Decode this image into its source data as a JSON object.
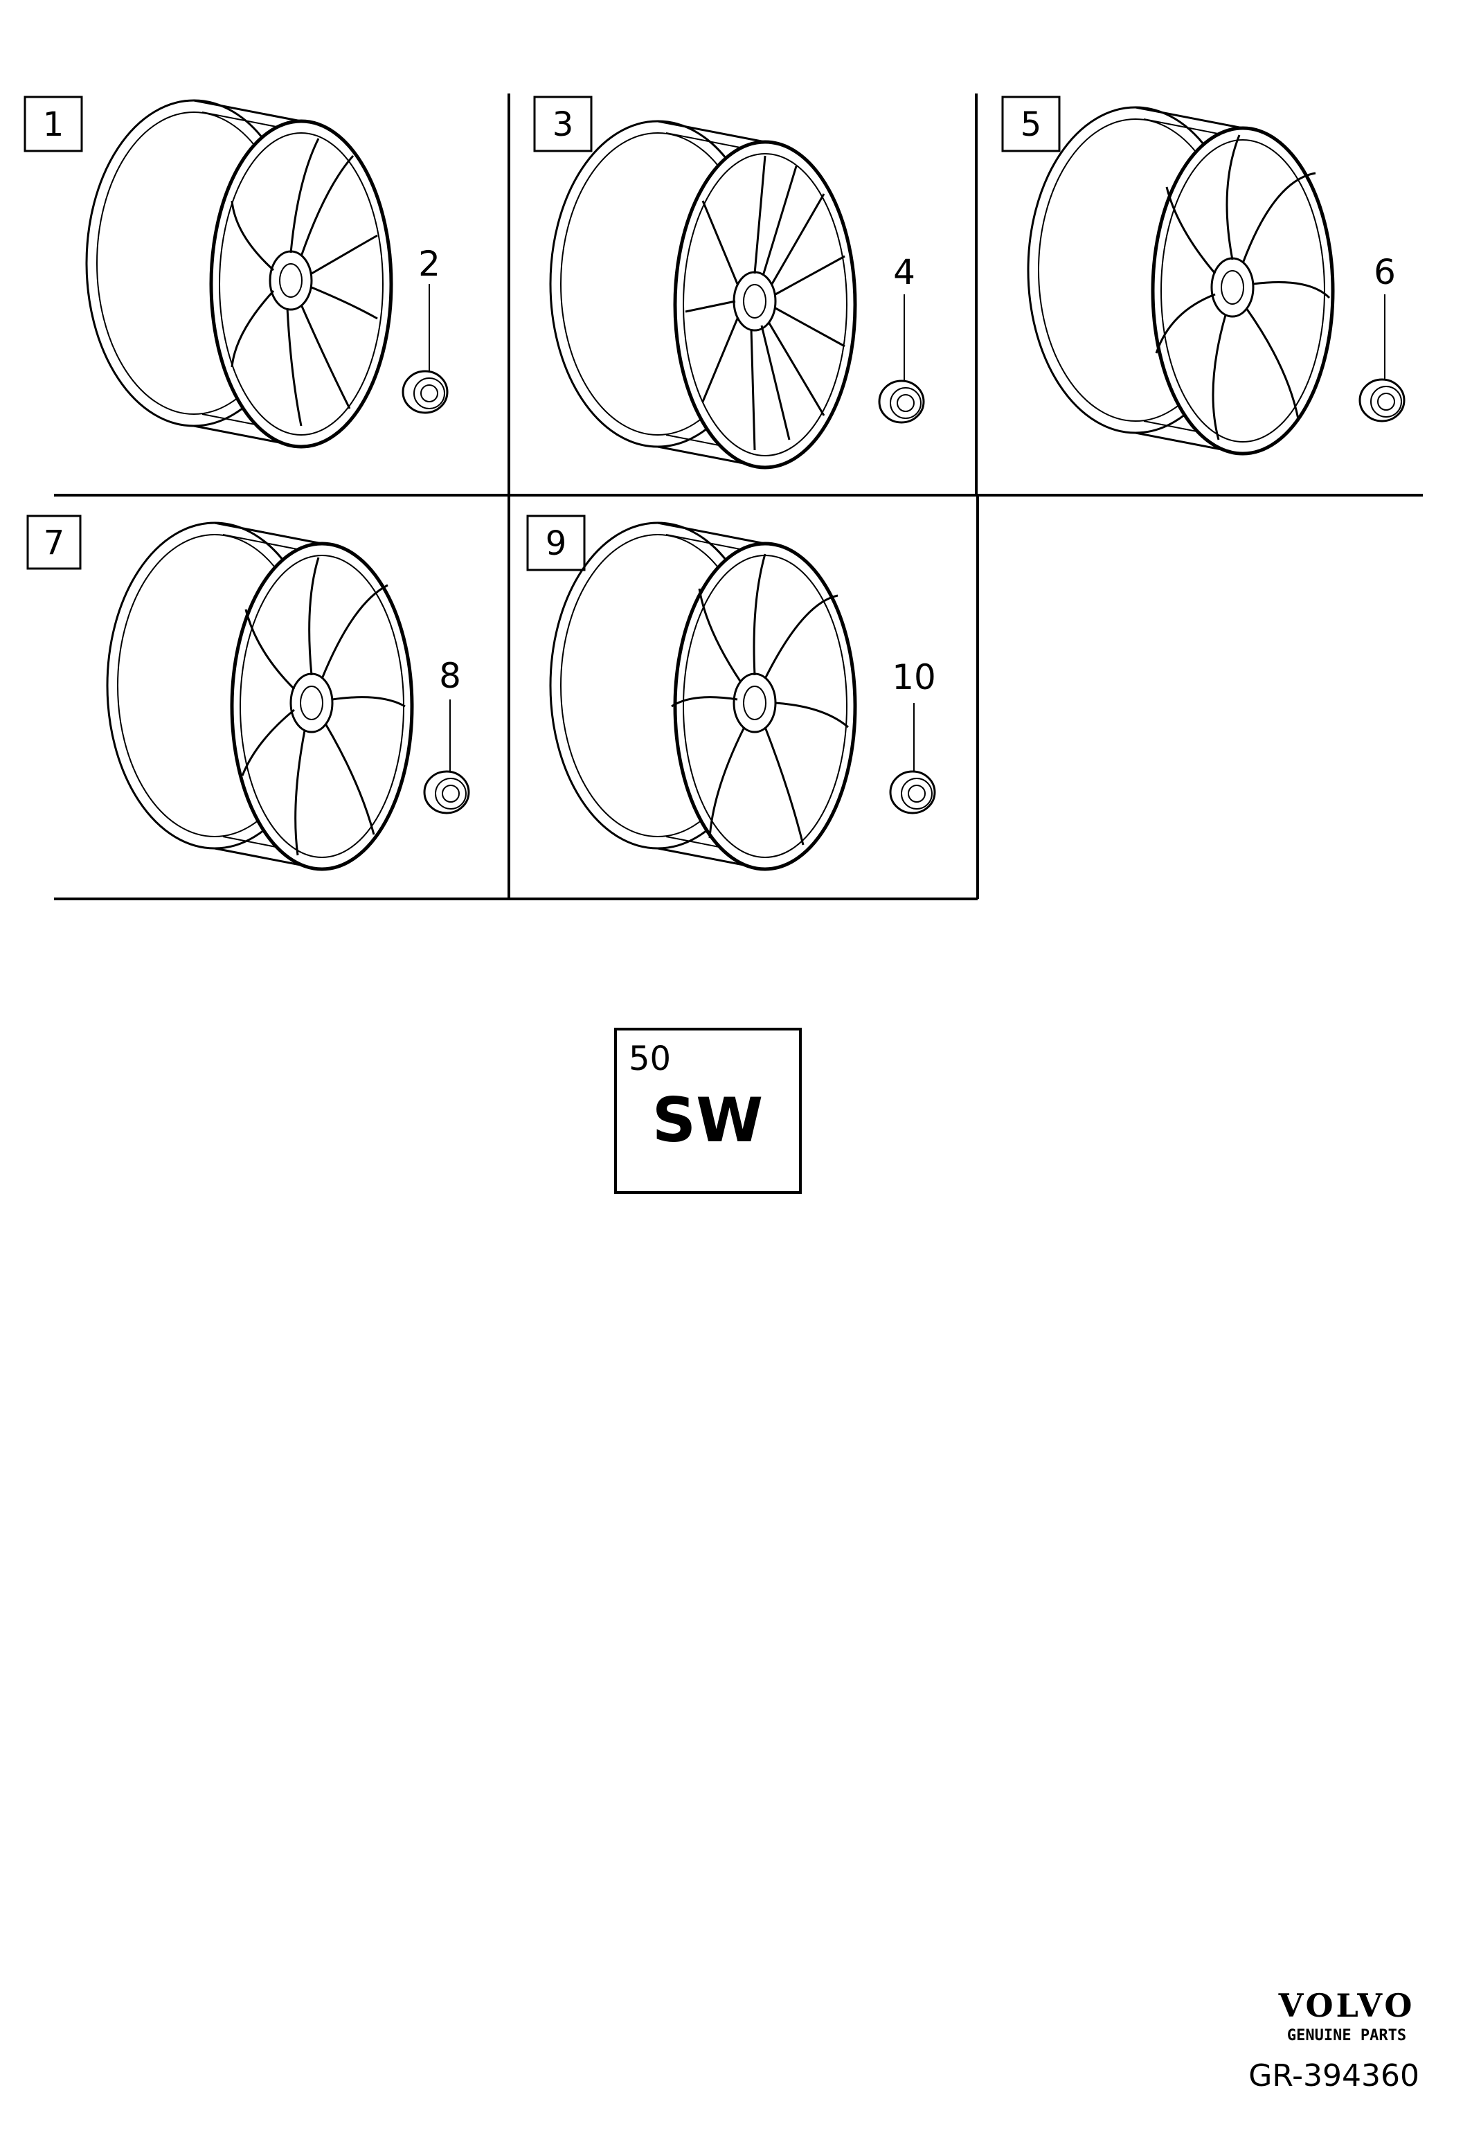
{
  "callouts": {
    "c1": "1",
    "c2": "2",
    "c3": "3",
    "c4": "4",
    "c5": "5",
    "c6": "6",
    "c7": "7",
    "c8": "8",
    "c9": "9",
    "c10": "10"
  },
  "legend": {
    "number": "50",
    "code": "SW"
  },
  "footer": {
    "brand": "VOLVO",
    "brand_subtitle": "GENUINE PARTS",
    "reference": "GR-394360"
  }
}
